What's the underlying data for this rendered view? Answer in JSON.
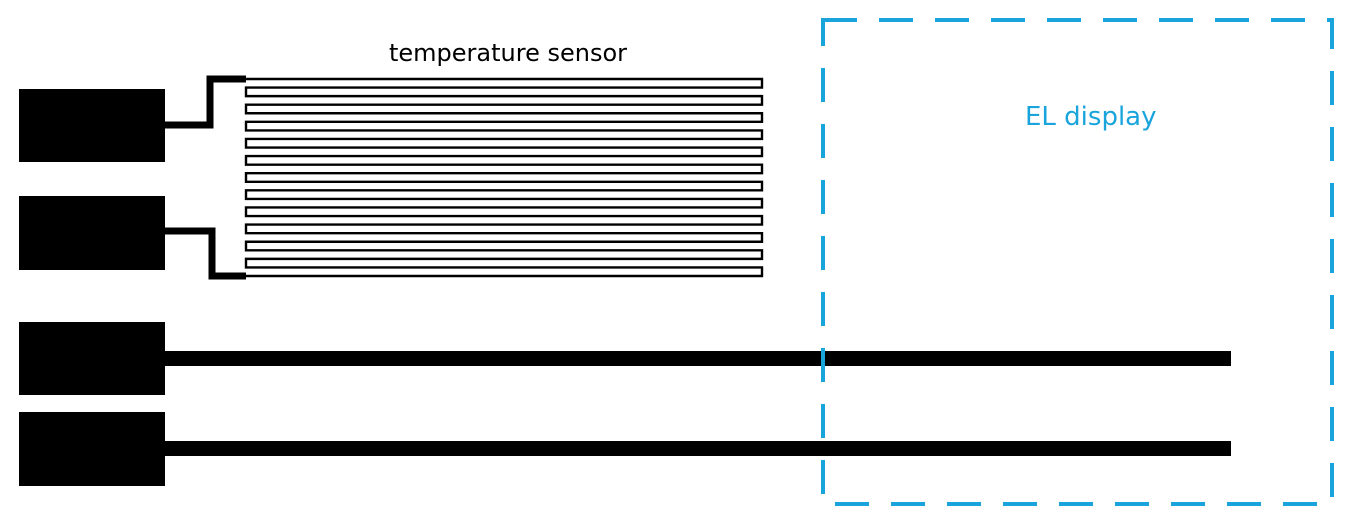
{
  "diagram": {
    "sensor_label": "temperature sensor",
    "display_label": "EL display"
  },
  "colors": {
    "ink": "#000000",
    "display_outline": "#19a5dc",
    "display_label": "#19a5dc",
    "background": "#ffffff"
  },
  "sensor": {
    "meander_turns": 24
  }
}
